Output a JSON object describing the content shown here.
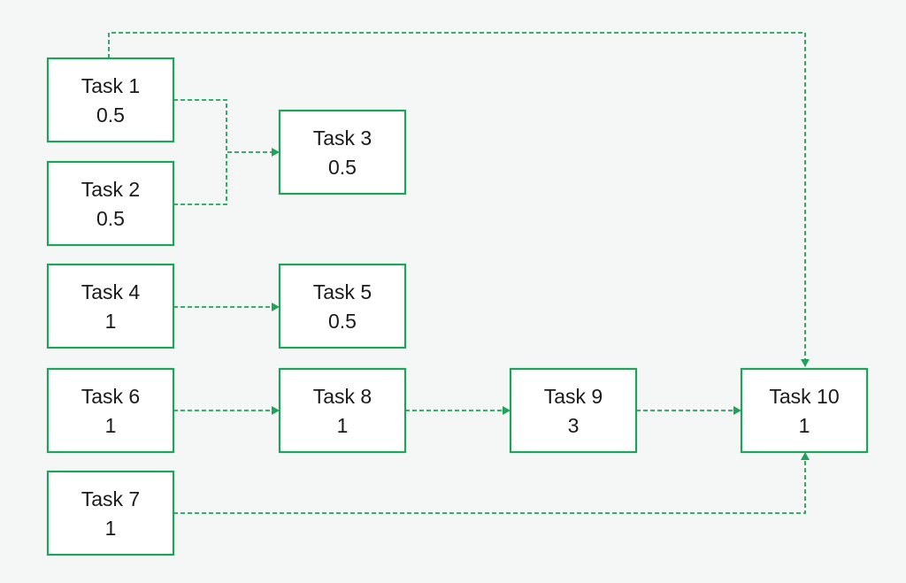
{
  "colors": {
    "background": "#f4f7f5",
    "box_border": "#1fa35a",
    "connector": "#1fa35a",
    "text": "#1a1a1a"
  },
  "tasks": [
    {
      "id": "task-1",
      "name": "Task 1",
      "duration": "0.5"
    },
    {
      "id": "task-2",
      "name": "Task 2",
      "duration": "0.5"
    },
    {
      "id": "task-3",
      "name": "Task 3",
      "duration": "0.5"
    },
    {
      "id": "task-4",
      "name": "Task 4",
      "duration": "1"
    },
    {
      "id": "task-5",
      "name": "Task 5",
      "duration": "0.5"
    },
    {
      "id": "task-6",
      "name": "Task 6",
      "duration": "1"
    },
    {
      "id": "task-7",
      "name": "Task 7",
      "duration": "1"
    },
    {
      "id": "task-8",
      "name": "Task 8",
      "duration": "1"
    },
    {
      "id": "task-9",
      "name": "Task 9",
      "duration": "3"
    },
    {
      "id": "task-10",
      "name": "Task 10",
      "duration": "1"
    }
  ],
  "dependencies": [
    {
      "from": "Task 1",
      "to": "Task 3"
    },
    {
      "from": "Task 2",
      "to": "Task 3"
    },
    {
      "from": "Task 4",
      "to": "Task 5"
    },
    {
      "from": "Task 6",
      "to": "Task 8"
    },
    {
      "from": "Task 8",
      "to": "Task 9"
    },
    {
      "from": "Task 9",
      "to": "Task 10"
    },
    {
      "from": "Task 1",
      "to": "Task 10"
    },
    {
      "from": "Task 7",
      "to": "Task 10"
    }
  ]
}
